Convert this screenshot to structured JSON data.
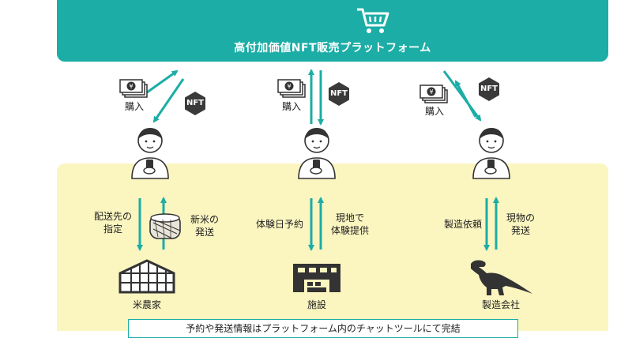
{
  "banner": {
    "title": "高付加価値NFT販売プラットフォーム",
    "icon": "shopping-cart-icon",
    "color": "#1bada6"
  },
  "top_labels": {
    "nft": "NFT",
    "purchase": "購入"
  },
  "columns": [
    {
      "down_label": [
        "配送先の",
        "指定"
      ],
      "up_label": [
        "新米の",
        "発送"
      ],
      "entity": "米農家",
      "entity_icon": "greenhouse-icon",
      "item_icon": "rice-bag-icon"
    },
    {
      "down_label": [
        "体験日予約"
      ],
      "up_label": [
        "現地で",
        "体験提供"
      ],
      "entity": "施設",
      "entity_icon": "facility-icon"
    },
    {
      "down_label": [
        "製造依頼"
      ],
      "up_label": [
        "現物の",
        "発送"
      ],
      "entity": "製造会社",
      "entity_icon": "dinosaur-icon"
    }
  ],
  "footer_note": "予約や発送情報はプラットフォーム内のチャットツールにて完結",
  "colors": {
    "accent": "#1bada6",
    "highlight_area": "#fbf5c0",
    "dark": "#333333"
  }
}
